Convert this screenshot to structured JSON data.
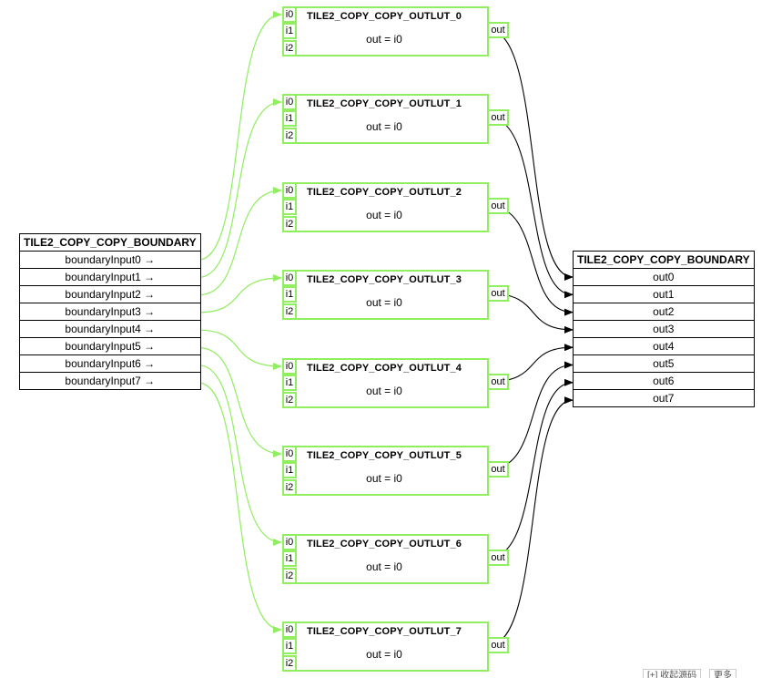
{
  "left_boundary": {
    "title": "TILE2_COPY_COPY_BOUNDARY",
    "rows": [
      "boundaryInput0  →",
      "boundaryInput1  →",
      "boundaryInput2  →",
      "boundaryInput3  →",
      "boundaryInput4  →",
      "boundaryInput5  →",
      "boundaryInput6  →",
      "boundaryInput7  →"
    ]
  },
  "right_boundary": {
    "title": "TILE2_COPY_COPY_BOUNDARY",
    "rows": [
      "out0",
      "out1",
      "out2",
      "out3",
      "out4",
      "out5",
      "out6",
      "out7"
    ]
  },
  "nodes": [
    {
      "title": "TILE2_COPY_COPY_OUTLUT_0",
      "expr": "out = i0",
      "inputs": [
        "i0",
        "i1",
        "i2"
      ],
      "output": "out"
    },
    {
      "title": "TILE2_COPY_COPY_OUTLUT_1",
      "expr": "out = i0",
      "inputs": [
        "i0",
        "i1",
        "i2"
      ],
      "output": "out"
    },
    {
      "title": "TILE2_COPY_COPY_OUTLUT_2",
      "expr": "out = i0",
      "inputs": [
        "i0",
        "i1",
        "i2"
      ],
      "output": "out"
    },
    {
      "title": "TILE2_COPY_COPY_OUTLUT_3",
      "expr": "out = i0",
      "inputs": [
        "i0",
        "i1",
        "i2"
      ],
      "output": "out"
    },
    {
      "title": "TILE2_COPY_COPY_OUTLUT_4",
      "expr": "out = i0",
      "inputs": [
        "i0",
        "i1",
        "i2"
      ],
      "output": "out"
    },
    {
      "title": "TILE2_COPY_COPY_OUTLUT_5",
      "expr": "out = i0",
      "inputs": [
        "i0",
        "i1",
        "i2"
      ],
      "output": "out"
    },
    {
      "title": "TILE2_COPY_COPY_OUTLUT_6",
      "expr": "out = i0",
      "inputs": [
        "i0",
        "i1",
        "i2"
      ],
      "output": "out"
    },
    {
      "title": "TILE2_COPY_COPY_OUTLUT_7",
      "expr": "out = i0",
      "inputs": [
        "i0",
        "i1",
        "i2"
      ],
      "output": "out"
    }
  ],
  "edges_in": [
    {
      "from": "boundaryInput0",
      "to": "TILE2_COPY_COPY_OUTLUT_0.i0"
    },
    {
      "from": "boundaryInput1",
      "to": "TILE2_COPY_COPY_OUTLUT_1.i0"
    },
    {
      "from": "boundaryInput2",
      "to": "TILE2_COPY_COPY_OUTLUT_2.i0"
    },
    {
      "from": "boundaryInput3",
      "to": "TILE2_COPY_COPY_OUTLUT_3.i0"
    },
    {
      "from": "boundaryInput4",
      "to": "TILE2_COPY_COPY_OUTLUT_4.i0"
    },
    {
      "from": "boundaryInput5",
      "to": "TILE2_COPY_COPY_OUTLUT_5.i0"
    },
    {
      "from": "boundaryInput6",
      "to": "TILE2_COPY_COPY_OUTLUT_6.i0"
    },
    {
      "from": "boundaryInput7",
      "to": "TILE2_COPY_COPY_OUTLUT_7.i0"
    }
  ],
  "edges_out": [
    {
      "from": "TILE2_COPY_COPY_OUTLUT_0.out",
      "to": "out0"
    },
    {
      "from": "TILE2_COPY_COPY_OUTLUT_1.out",
      "to": "out1"
    },
    {
      "from": "TILE2_COPY_COPY_OUTLUT_2.out",
      "to": "out2"
    },
    {
      "from": "TILE2_COPY_COPY_OUTLUT_3.out",
      "to": "out3"
    },
    {
      "from": "TILE2_COPY_COPY_OUTLUT_4.out",
      "to": "out4"
    },
    {
      "from": "TILE2_COPY_COPY_OUTLUT_5.out",
      "to": "out5"
    },
    {
      "from": "TILE2_COPY_COPY_OUTLUT_6.out",
      "to": "out6"
    },
    {
      "from": "TILE2_COPY_COPY_OUTLUT_7.out",
      "to": "out7"
    }
  ],
  "colors": {
    "node_border": "#90ee60",
    "edge_in": "#90ee60",
    "edge_out": "#000000",
    "boundary_border": "#000000"
  },
  "toolbar": {
    "btn1_label": "[+] 收起源码",
    "btn2_label": "更多"
  }
}
